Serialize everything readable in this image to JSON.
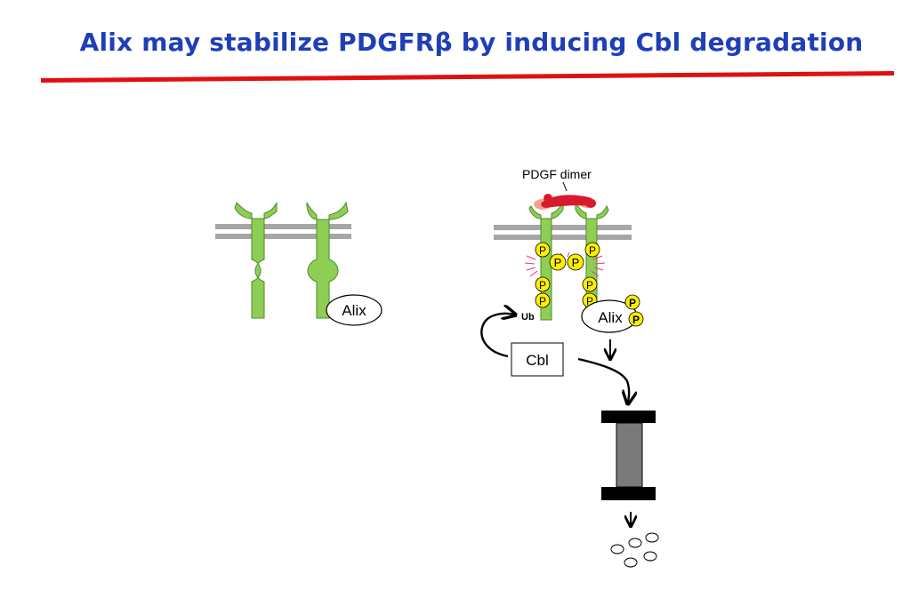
{
  "slide": {
    "title": "Alix may stabilize PDGFRβ by inducing Cbl degradation",
    "title_color": "#1f3fb8",
    "underline_color": "#e01010"
  },
  "diagram": {
    "resting_panel": {
      "alix_label": "Alix"
    },
    "activated_panel": {
      "ligand_label": "PDGF dimer",
      "phospho_label": "P",
      "ubiquitin_label": "Ub",
      "alix_label": "Alix",
      "cbl_label": "Cbl"
    },
    "colors": {
      "receptor": "#8fce55",
      "membrane": "#a6a6a6",
      "ligand": "#d81b2c",
      "ligand_pale": "#f2a48b",
      "phospho": "#ffee00",
      "proteasome_cap": "#000000",
      "proteasome_core": "#7a7a7a"
    }
  }
}
